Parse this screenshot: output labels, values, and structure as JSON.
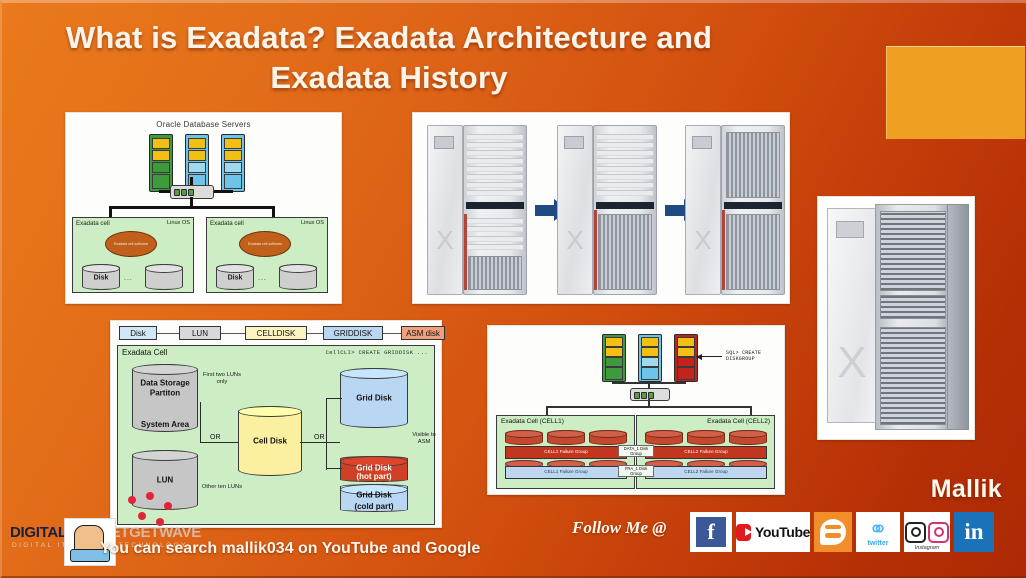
{
  "slide": {
    "title": "What is Exadata? Exadata Architecture and Exadata History",
    "background_start_color": "#ea7a1c",
    "background_end_color": "#ad2a05",
    "accent_block_color": "#ef9f22"
  },
  "branding": {
    "author": "Mallik",
    "follow_label": "Follow Me @",
    "search_line": "You can search mallik034 on YouTube and Google",
    "watermark_main_a": "DIGITAL",
    "watermark_main_b": "GADGETGETWAVE",
    "watermark_sub": "DIGITAL ITEMS AND TECHNOLOGY"
  },
  "socials": [
    {
      "name": "facebook",
      "label": "f"
    },
    {
      "name": "youtube",
      "label": "YouTube"
    },
    {
      "name": "blogger",
      "label": ""
    },
    {
      "name": "twitter",
      "label": "twitter"
    },
    {
      "name": "instagram",
      "label": "Instagram"
    },
    {
      "name": "linkedin",
      "label": "in"
    }
  ],
  "diagram_db_servers": {
    "heading": "Oracle Database Servers",
    "cell_left": {
      "title": "Exadata cell",
      "os": "Linux OS",
      "software": "Exadata cell software",
      "disk_label": "Disk",
      "dots": "..."
    },
    "cell_right": {
      "title": "Exadata cell",
      "os": "Linux OS",
      "software": "Exadata cell software",
      "disk_label": "Disk",
      "dots": "..."
    }
  },
  "diagram_racks": {
    "rack_labels": [
      "X",
      "X",
      "X"
    ],
    "arrow_count": 2
  },
  "diagram_big_rack": {
    "door_label": "X"
  },
  "diagram_griddisk": {
    "chain": [
      "Disk",
      "LUN",
      "CELLDISK",
      "GRIDDISK",
      "ASM disk"
    ],
    "cell_title": "Exadata Cell",
    "cli_text": "CellCLI> CREATE GRIDDISK ...",
    "data_partition": "Data Storage Partiton",
    "system_area": "System Area",
    "lun": "LUN",
    "cell_disk": "Cell Disk",
    "grid_disk": "Grid Disk",
    "grid_disk_hot": "Grid Disk",
    "grid_disk_hot_sub": "(hot part)",
    "grid_disk_cold": "Grid Disk",
    "grid_disk_cold_sub": "(cold part)",
    "note_first_two": "First two LUNs only",
    "note_other_ten": "Other ten LUNs",
    "note_visible": "Visible to ASM",
    "or_left": "OR",
    "or_right": "OR"
  },
  "diagram_diskgroups": {
    "sql_note": "SQL> CREATE DISKGROUP",
    "cell1_title": "Exadata Cell (CELL1)",
    "cell2_title": "Exadata Cell (CELL2)",
    "cell1_fg_red": "CELL1 Failure Group",
    "cell2_fg_red": "CELL2 Failure Group",
    "cell1_fg_blue": "CELL1 Failure Group",
    "cell2_fg_blue": "CELL2 Failure Group",
    "dg_data": "DATA_1 Disk Group",
    "dg_fra": "FRA_1 Disk Group"
  }
}
